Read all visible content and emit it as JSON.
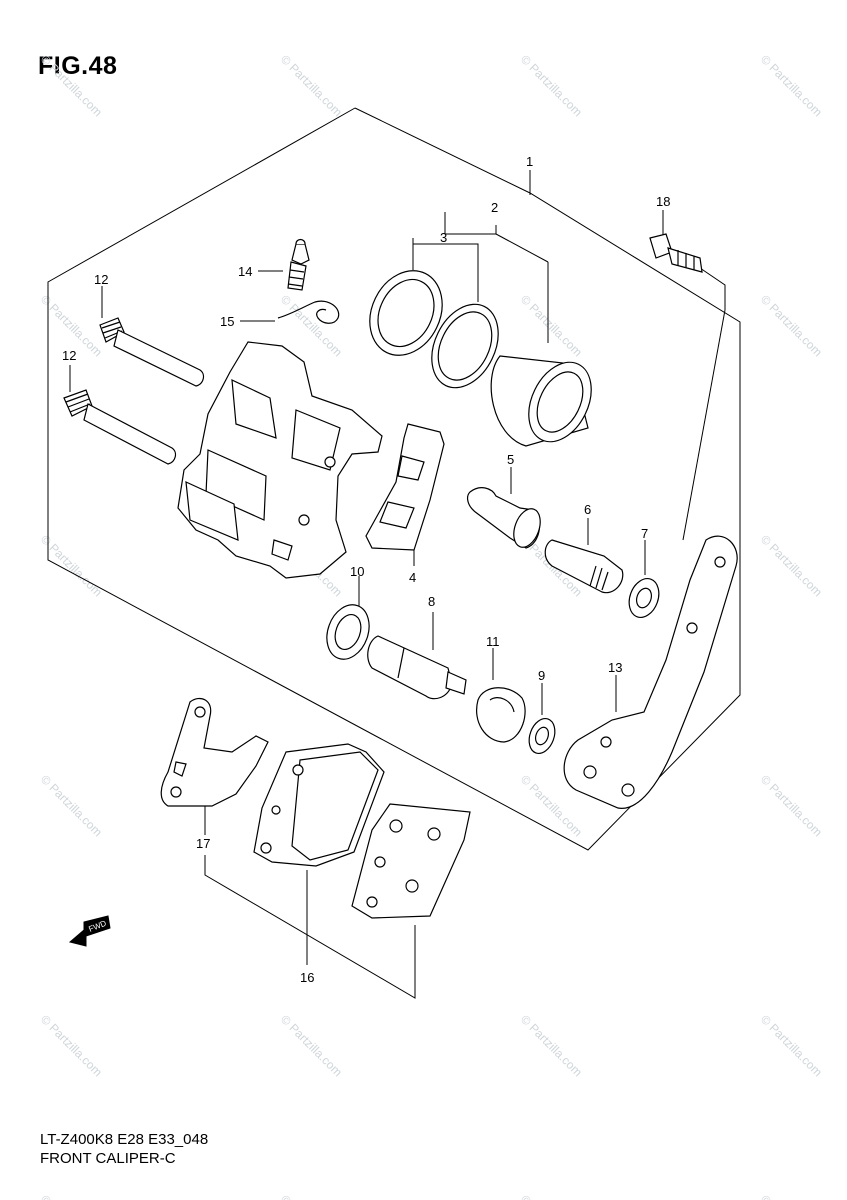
{
  "figure": {
    "title": "FIG.48"
  },
  "callouts": [
    {
      "id": "1",
      "label": "1"
    },
    {
      "id": "2",
      "label": "2"
    },
    {
      "id": "3",
      "label": "3"
    },
    {
      "id": "4",
      "label": "4"
    },
    {
      "id": "5",
      "label": "5"
    },
    {
      "id": "6",
      "label": "6"
    },
    {
      "id": "7",
      "label": "7"
    },
    {
      "id": "8",
      "label": "8"
    },
    {
      "id": "9",
      "label": "9"
    },
    {
      "id": "10",
      "label": "10"
    },
    {
      "id": "11",
      "label": "11"
    },
    {
      "id": "12a",
      "label": "12"
    },
    {
      "id": "12b",
      "label": "12"
    },
    {
      "id": "13",
      "label": "13"
    },
    {
      "id": "14",
      "label": "14"
    },
    {
      "id": "15",
      "label": "15"
    },
    {
      "id": "16",
      "label": "16"
    },
    {
      "id": "17",
      "label": "17"
    },
    {
      "id": "18",
      "label": "18"
    }
  ],
  "direction_marker": {
    "label": "FWD",
    "icon": "fwd-arrow-icon"
  },
  "watermark": {
    "text": "© Partzilla.com"
  },
  "footer": {
    "model_code": "LT-Z400K8 E28 E33_048",
    "caption": "FRONT CALIPER-C"
  }
}
